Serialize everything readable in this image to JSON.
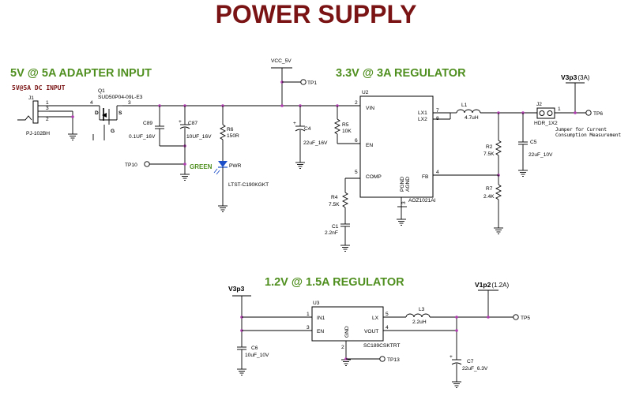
{
  "title": "POWER SUPPLY",
  "colors": {
    "title": "#7a1414",
    "section": "#4f8f1f",
    "junction": "#b03cb0",
    "led": "#1c4fc8",
    "wire": "#000000"
  },
  "sections": {
    "input": "5V @ 5A ADAPTER INPUT",
    "input_sub": "5V@5A DC INPUT",
    "reg33": "3.3V  @ 3A  REGULATOR",
    "reg12": "1.2V  @ 1.5A  REGULATOR"
  },
  "nets": {
    "vcc5": "VCC_5V",
    "v3p3": "V3p3",
    "v3p3_current": "(3A)",
    "v1p2": "V1p2",
    "v1p2_current": "(1.2A)"
  },
  "jack": {
    "ref": "J1",
    "part": "PJ-102BH",
    "pins": [
      "1",
      "3",
      "2"
    ]
  },
  "mosfet": {
    "ref": "Q1",
    "part": "SUD50P04-09L-E3",
    "d": "D",
    "s": "S",
    "g": "G",
    "pin_d": "4",
    "pin_s": "3"
  },
  "caps_input": [
    {
      "ref": "C89",
      "value": "0.1UF_16V"
    },
    {
      "ref": "C87",
      "value": "10UF_16V"
    }
  ],
  "led": {
    "ref_r": "R6",
    "value_r": "150R",
    "label": "GREEN",
    "name": "PWR",
    "part": "LTST-C190KGKT"
  },
  "testpoints": {
    "tp10": "TP10",
    "tp1": "TP1",
    "tp6": "TP6",
    "tp5": "TP5",
    "tp13": "TP13"
  },
  "u2": {
    "ref": "U2",
    "part": "AOZ1021AI",
    "pins": {
      "vin": "VIN",
      "en": "EN",
      "comp": "COMP",
      "lx1": "LX1",
      "lx2": "LX2",
      "fb": "FB",
      "pgnd": "PGND",
      "agnd": "AGND"
    },
    "nums": {
      "vin": "2",
      "en": "6",
      "comp": "5",
      "lx1": "7",
      "lx2": "8",
      "fb": "4",
      "gnd": "3"
    }
  },
  "c4": {
    "ref": "C4",
    "value": "22uF_16V"
  },
  "r5": {
    "ref": "R5",
    "value": "10K"
  },
  "r4": {
    "ref": "R4",
    "value": "7.5K"
  },
  "c1": {
    "ref": "C1",
    "value": "2.2nF"
  },
  "l1": {
    "ref": "L1",
    "value": "4.7uH"
  },
  "r2": {
    "ref": "R2",
    "value": "7.5K"
  },
  "r7": {
    "ref": "R7",
    "value": "2.4K"
  },
  "c5": {
    "ref": "C5",
    "value": "22uF_10V"
  },
  "j2": {
    "ref": "J2",
    "part": "HDR_1X2",
    "note1": "Jumper for Current",
    "note2": "Consumption Measurement",
    "pin1": "1"
  },
  "u3": {
    "ref": "U3",
    "part": "SC189CSKTRT",
    "pins": {
      "in1": "IN1",
      "en": "EN",
      "gnd": "GND",
      "lx": "LX",
      "vout": "VOUT"
    },
    "nums": {
      "in1": "1",
      "en": "3",
      "gnd": "2",
      "lx": "5",
      "vout": "4"
    }
  },
  "c6": {
    "ref": "C6",
    "value": "10uF_10V"
  },
  "l3": {
    "ref": "L3",
    "value": "2.2uH"
  },
  "c7": {
    "ref": "C7",
    "value": "22uF_6.3V"
  }
}
